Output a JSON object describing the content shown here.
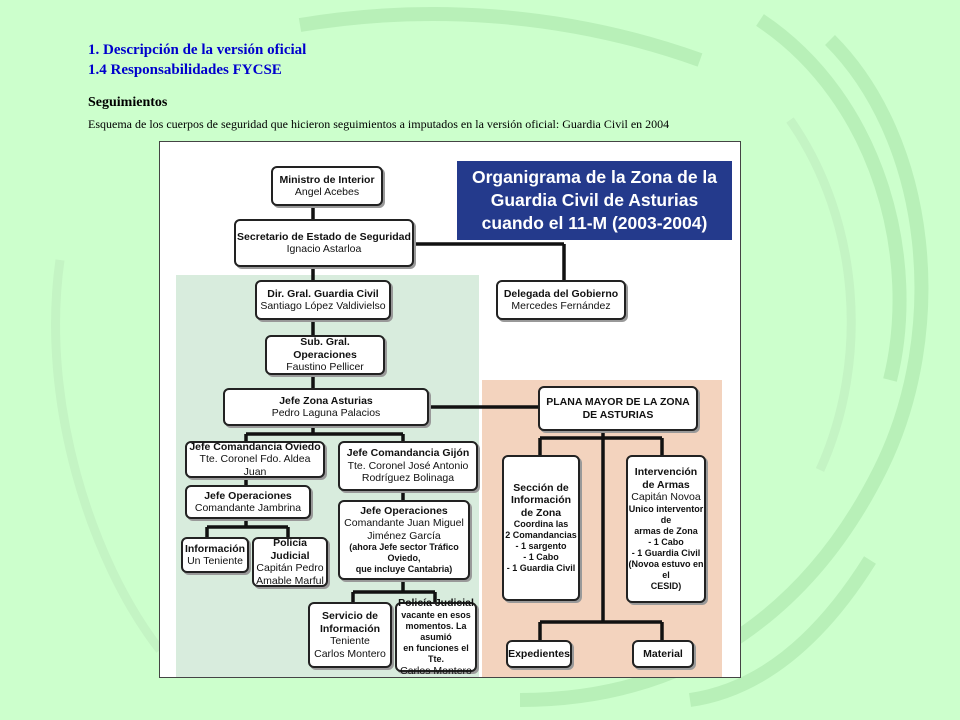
{
  "header": {
    "line1": "1. Descripción de la versión oficial",
    "line2": "1.4 Responsabilidades FYCSE",
    "subtitle": "Seguimientos",
    "caption": "Esquema de los cuerpos de seguridad que hicieron seguimientos a imputados en la versión oficial: Guardia Civil en 2004"
  },
  "colors": {
    "page_background": "#ccffcc",
    "heading_text": "#0000cc",
    "title_box": "#243a8c",
    "green_panel": "#d8ecdd",
    "peach_panel": "#f3d3be"
  },
  "diagram": {
    "title_lines": [
      "Organigrama de la Zona de la",
      "Guardia Civil de Asturias",
      "cuando el 11-M (2003-2004)"
    ],
    "ministro": {
      "title": "Ministro de Interior",
      "name": "Angel Acebes"
    },
    "secretario": {
      "title": "Secretario de Estado de Seguridad",
      "name": "Ignacio Astarloa"
    },
    "director": {
      "title": "Dir. Gral. Guardia Civil",
      "name": "Santiago López Valdivielso"
    },
    "delegada": {
      "title": "Delegada del Gobierno",
      "name": "Mercedes Fernández"
    },
    "subgral": {
      "title": "Sub. Gral.  Operaciones",
      "name": "Faustino Pellicer"
    },
    "jefe_zona": {
      "title": "Jefe Zona Asturias",
      "name": "Pedro Laguna Palacios"
    },
    "plana_mayor": {
      "line1": "PLANA MAYOR DE LA ZONA",
      "line2": "DE ASTURIAS"
    },
    "comandancia_oviedo": {
      "title": "Jefe Comandancia Oviedo",
      "name": "Tte. Coronel Fdo. Aldea Juan"
    },
    "comandancia_gijon": {
      "title": "Jefe Comandancia Gijón",
      "name1": "Tte. Coronel José Antonio",
      "name2": "Rodríguez Bolinaga"
    },
    "operaciones_oviedo": {
      "title": "Jefe Operaciones",
      "name": "Comandante Jambrina"
    },
    "operaciones_gijon": {
      "title": "Jefe Operaciones",
      "name1": "Comandante Juan Miguel",
      "name2": "Jiménez García",
      "note1": "(ahora Jefe sector Tráfico Oviedo,",
      "note2": "que incluye Cantabria)"
    },
    "informacion_oviedo": {
      "title": "Información",
      "name": "Un Teniente"
    },
    "policia_oviedo": {
      "title": "Policía Judicial",
      "name1": "Capitán Pedro",
      "name2": "Amable Marful"
    },
    "servicio_gijon": {
      "title1": "Servicio de",
      "title2": "Información",
      "name1": "Teniente",
      "name2": "Carlos Montero"
    },
    "policia_gijon": {
      "title": "Policía Judicial",
      "note1": "vacante en esos",
      "note2": "momentos. La asumió",
      "note3": "en funciones el Tte.",
      "name": "Carlos Montero"
    },
    "seccion_info": {
      "title1": "Sección de",
      "title2": "Información",
      "title3": "de Zona",
      "l1": "Coordina las",
      "l2": "2 Comandancias",
      "l3": "- 1 sargento",
      "l4": "- 1 Cabo",
      "l5": "- 1 Guardia Civil"
    },
    "intervencion": {
      "title1": "Intervención",
      "title2": "de Armas",
      "name": "Capitán Novoa",
      "l1": "Unico interventor de",
      "l2": "armas de Zona",
      "l3": "- 1 Cabo",
      "l4": "- 1 Guardia Civil",
      "l5": "(Novoa estuvo en el",
      "l6": "CESID)"
    },
    "expedientes": "Expedientes",
    "material": "Material"
  }
}
